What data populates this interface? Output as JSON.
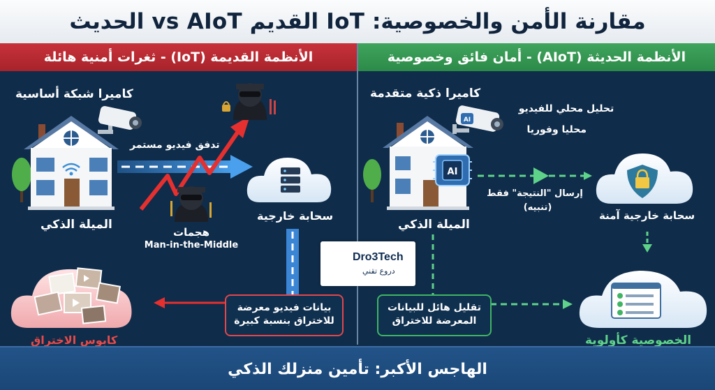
{
  "title": "مقارنة الأمن والخصوصية: IoT القديم vs AIoT الحديث",
  "left_panel": {
    "header": "الأنظمة القديمة (IoT) - ثغرات أمنية هائلة",
    "camera_label": "كاميرا شبكة أساسية",
    "stream_label": "تدفق فيديو مستمر",
    "house_label": "الميلة الذكي",
    "attack_label_line1": "هجمات",
    "attack_label_line2": "Man-in-the-Middle",
    "cloud_label": "سحابة خارجية",
    "exposed_line1": "بيانات فيديو معرضة",
    "exposed_line2": "للاختراق بنسبة كبيرة",
    "nightmare_label": "كابوس الاختراق"
  },
  "right_panel": {
    "header": "الأنظمة الحديثة (AIoT) - أمان فائق وخصوصية",
    "camera_label": "كاميرا ذكية متقدمة",
    "local_line1": "تحليل محلي للفيديو",
    "local_line2": "محليا وفوريا",
    "ai_chip_text": "AI",
    "ai_cam_text": "AI",
    "house_label": "الميلة الذكي",
    "send_line1": "إرسال \"النتيجة\" فقط",
    "send_line2": "(تنبيه)",
    "secure_cloud_label": "سحابة خارجية آمنة",
    "reduce_line1": "تقليل هائل للبيانات",
    "reduce_line2": "المعرضة للاختراق",
    "privacy_label": "الخصوصية كأولوية"
  },
  "logo": {
    "name": "Dro3Tech",
    "subtitle": "دروع تقني"
  },
  "footer": "الهاجس الأكبر: تأمين منزلك الذكي",
  "colors": {
    "background": "#0f2c4a",
    "red_header": "#b82a32",
    "green_header": "#349a52",
    "arrow_blue": "#3a86d4",
    "attack_red": "#e5302f",
    "accent_green": "#5fd28a",
    "footer_blue": "#1f4e82",
    "nightmare_text": "#ea4a48",
    "privacy_text": "#5fd28a"
  }
}
